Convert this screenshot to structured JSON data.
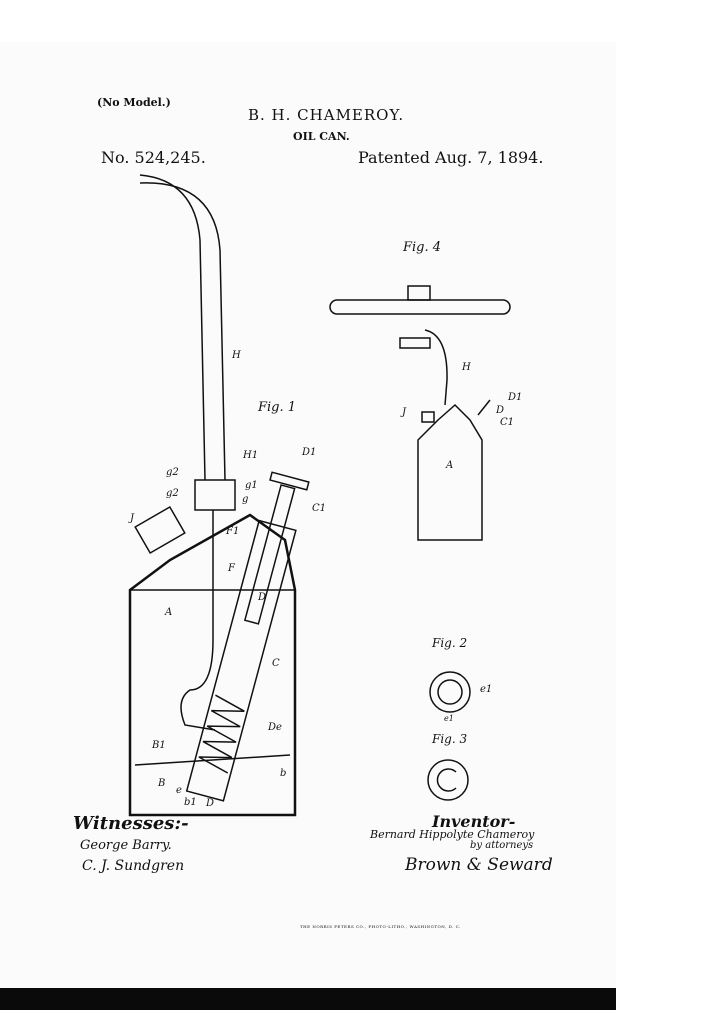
{
  "header": {
    "no_model": "(No Model.)",
    "inventor_name": "B. H. CHAMEROY.",
    "title": "OIL CAN.",
    "patent_no": "No. 524,245.",
    "patented": "Patented Aug. 7, 1894."
  },
  "figures": {
    "fig1": "Fig. 1",
    "fig2": "Fig. 2",
    "fig3": "Fig. 3",
    "fig4": "Fig. 4"
  },
  "labels_fig1": [
    "H",
    "H1",
    "g2",
    "g2",
    "g1",
    "g",
    "F1",
    "J",
    "D1",
    "C1",
    "F",
    "A",
    "D",
    "C",
    "De",
    "B1",
    "b",
    "B",
    "e",
    "b1",
    "D"
  ],
  "labels_fig4": [
    "H",
    "D1",
    "D",
    "C1",
    "J",
    "A"
  ],
  "labels_fig2": [
    "e1",
    "e1"
  ],
  "signatures": {
    "witnesses_heading": "Witnesses:-",
    "witness1": "George Barry.",
    "witness2": "C. J. Sundgren",
    "inventor_heading": "Inventor-",
    "inventor": "Bernard Hippolyte Chameroy",
    "by_attorneys": "by attorneys",
    "attorneys": "Brown & Seward"
  },
  "printer": "THE NORRIS PETERS CO., PHOTO-LITHO., WASHINGTON, D. C."
}
